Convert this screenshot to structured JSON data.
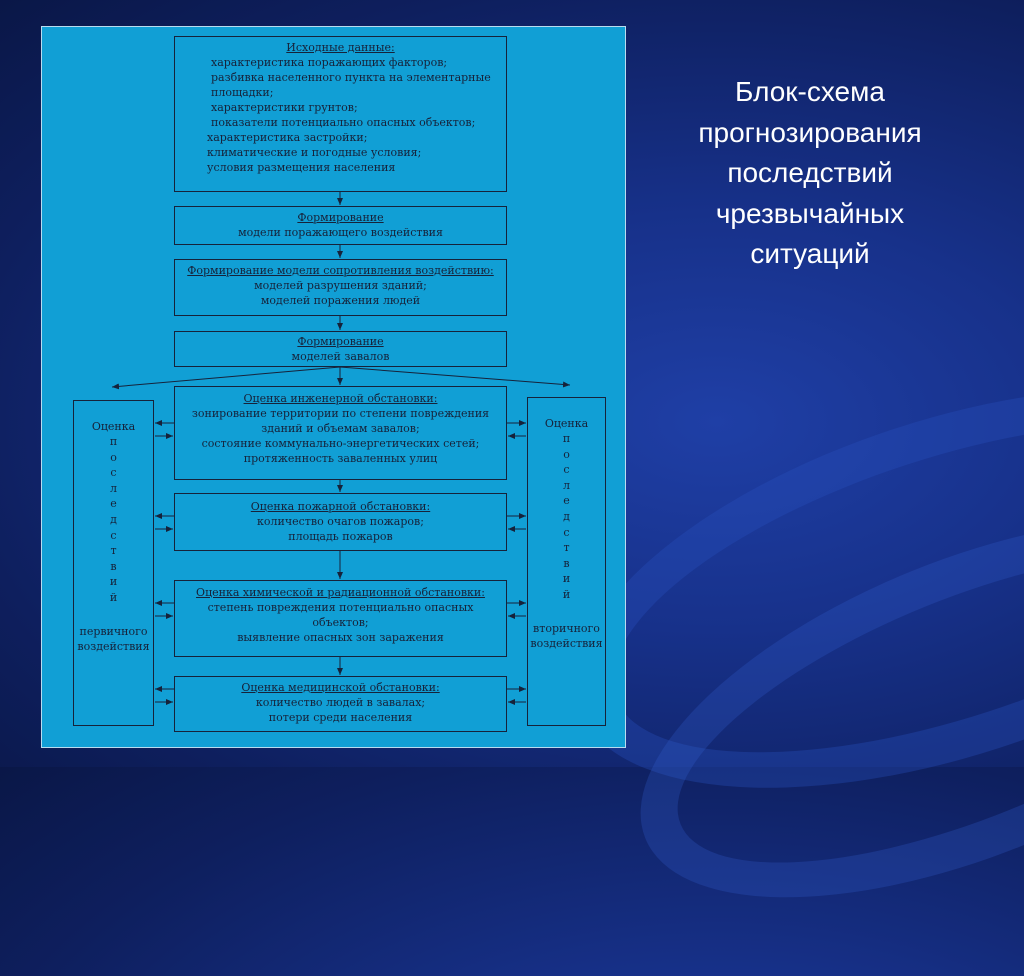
{
  "slide_title_lines": [
    "Блок-схема",
    "прогнозирования",
    "последствий",
    "чрезвычайных",
    "ситуаций"
  ],
  "boxes": {
    "input": {
      "heading": "Исходные данные:",
      "lines": [
        "характеристика поражающих факторов;",
        "разбивка населенного пункта на элементарные",
        "площадки;",
        "характеристики грунтов;",
        "показатели потенциально опасных объектов;",
        "характеристика застройки;",
        "климатические и погодные условия;",
        "условия размещения населения"
      ]
    },
    "impact_model": {
      "heading": "Формирование",
      "lines": [
        "модели поражающего воздействия"
      ]
    },
    "resistance_model": {
      "heading": "Формирование модели сопротивления воздействию:",
      "lines": [
        "моделей разрушения зданий;",
        "моделей поражения людей"
      ]
    },
    "rubble_model": {
      "heading": "Формирование",
      "lines": [
        "моделей завалов"
      ]
    },
    "engineering": {
      "heading": "Оценка инженерной обстановки:",
      "lines": [
        "зонирование территории по степени повреждения",
        "зданий и объемам завалов;",
        "состояние коммунально-энергетических сетей;",
        "протяженность заваленных улиц"
      ]
    },
    "fire": {
      "heading": "Оценка пожарной обстановки:",
      "lines": [
        "количество очагов пожаров;",
        "площадь пожаров"
      ]
    },
    "chem_rad": {
      "heading": "Оценка химической и радиационной обстановки:",
      "lines": [
        "степень повреждения потенциально опасных",
        "объектов;",
        "выявление опасных зон заражения"
      ]
    },
    "medical": {
      "heading": "Оценка медицинской обстановки:",
      "lines": [
        "количество людей в завалах;",
        "потери среди населения"
      ]
    }
  },
  "side_columns": {
    "left": {
      "top": "Оценка",
      "letters": [
        "п",
        "о",
        "с",
        "л",
        "е",
        "д",
        "с",
        "т",
        "в",
        "и",
        "й"
      ],
      "bottom": [
        "первичного",
        "воздействия"
      ]
    },
    "right": {
      "top": "Оценка",
      "letters": [
        "п",
        "о",
        "с",
        "л",
        "е",
        "д",
        "с",
        "т",
        "в",
        "и",
        "й"
      ],
      "bottom": [
        "вторичного",
        "воздействия"
      ]
    }
  }
}
